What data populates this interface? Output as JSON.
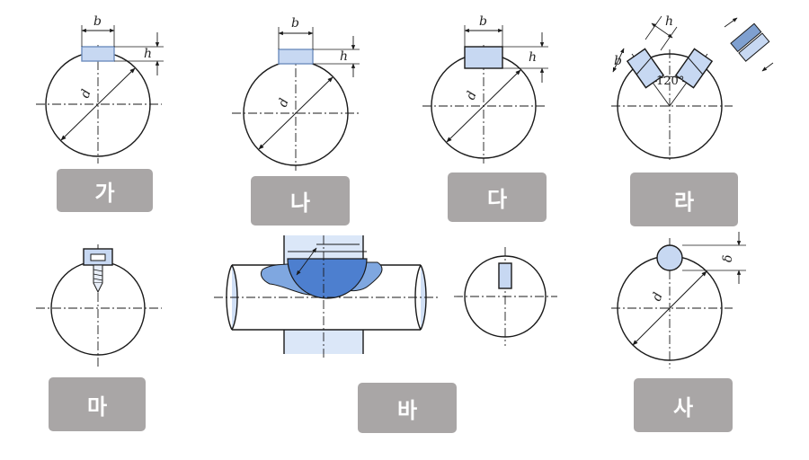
{
  "labels": {
    "ga": "가",
    "na": "나",
    "da": "다",
    "ra": "라",
    "ma": "마",
    "ba": "바",
    "sa": "사"
  },
  "dims": {
    "b": "b",
    "h": "h",
    "d": "d",
    "delta": "δ",
    "angle": "120°"
  },
  "colors": {
    "key_fill": "#c7d8f2",
    "key_stroke": "#6f8fbf",
    "badge": "#a9a6a6",
    "line": "#1a1a1a"
  }
}
